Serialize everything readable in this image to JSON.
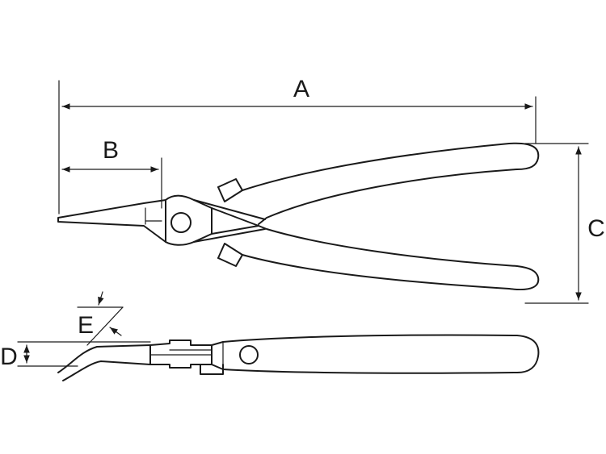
{
  "labels": {
    "a": "A",
    "b": "B",
    "c": "C",
    "d": "D",
    "e": "E"
  },
  "colors": {
    "stroke": "#1a1a1a",
    "background": "#ffffff"
  }
}
